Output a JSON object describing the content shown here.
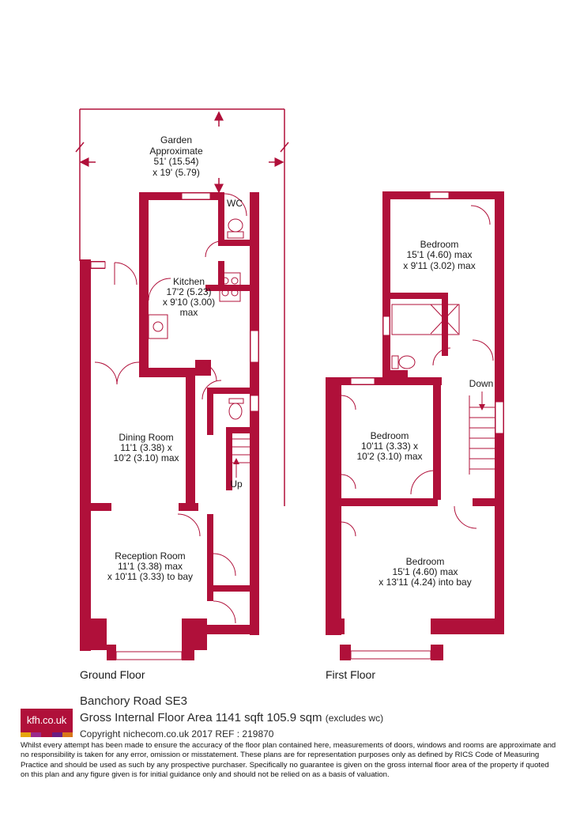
{
  "colors": {
    "wall": "#b0103a",
    "ink": "#1a1a1a",
    "logo_stripes": [
      "#e6a60e",
      "#9a2a8c",
      "#b0103a",
      "#6a1d82",
      "#d8761a"
    ]
  },
  "ground_floor": {
    "label": "Ground Floor",
    "garden": {
      "name": "Garden",
      "line2": "Approximate",
      "line3": "51' (15.54)",
      "line4": "x 19' (5.79)"
    },
    "wc": {
      "name": "WC"
    },
    "kitchen": {
      "name": "Kitchen",
      "line2": "17'2 (5.23)",
      "line3": "x 9'10 (3.00)",
      "line4": "max"
    },
    "dining_room": {
      "name": "Dining Room",
      "line2": "11'1 (3.38) x",
      "line3": "10'2 (3.10) max"
    },
    "reception_room": {
      "name": "Reception Room",
      "line2": "11'1 (3.38) max",
      "line3": "x 10'11 (3.33) to bay"
    },
    "stairs": {
      "label": "Up"
    }
  },
  "first_floor": {
    "label": "First Floor",
    "bedroom_rear": {
      "name": "Bedroom",
      "line2": "15'1 (4.60) max",
      "line3": "x 9'11 (3.02) max"
    },
    "bedroom_middle": {
      "name": "Bedroom",
      "line2": "10'11 (3.33) x",
      "line3": "10'2 (3.10) max"
    },
    "bedroom_front": {
      "name": "Bedroom",
      "line2": "15'1 (4.60) max",
      "line3": "x 13'11 (4.24) into bay"
    },
    "stairs": {
      "label": "Down"
    }
  },
  "footer": {
    "logo_text": "kfh.co.uk",
    "address": "Banchory Road  SE3",
    "area": "Gross Internal Floor Area 1141 sqft 105.9 sqm",
    "area_note": "(excludes wc)",
    "copyright": "Copyright nichecom.co.uk 2017 REF : 219870",
    "disclaimer": "Whilst every attempt has been made to ensure the accuracy of the floor plan contained here, measurements of doors, windows and rooms are approximate and no responsibility is taken for any error, omission or misstatement.  These plans are for representation purposes only as defined by RICS Code of Measuring Practice and should be used as such by any prospective purchaser.  Specifically no guarantee is given on the gross internal floor area of the property if quoted on this plan and any figure given is for initial guidance only and should not be relied on as a basis of valuation."
  }
}
